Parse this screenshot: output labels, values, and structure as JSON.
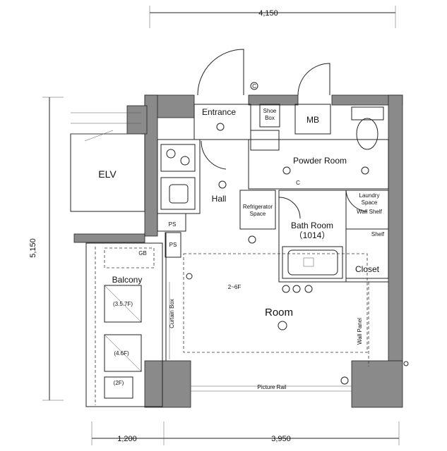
{
  "dimensions": {
    "top": "4,150",
    "left": "5,150",
    "bottom_left": "1,200",
    "bottom_right": "3,950"
  },
  "rooms": {
    "elv": "ELV",
    "entrance": "Entrance",
    "shoe_box": [
      "Shoe",
      "Box"
    ],
    "mb": "MB",
    "powder_room": "Powder Room",
    "hall": "Hall",
    "bath_room": "Bath Room",
    "bath_size": "（1014）",
    "room": "Room",
    "balcony": "Balcony",
    "closet": "Closet",
    "shelf": "Shelf",
    "ps1": "PS",
    "ps2": "PS",
    "gb": "GB",
    "refrigerator": [
      "Refrigerator",
      "Space"
    ],
    "laundry": [
      "Laundry",
      "Space"
    ],
    "wall_shelf": "Wall Shelf",
    "curtain_box": "Curtain Box",
    "picture_rail": "Picture Rail",
    "wall_panel": "Wall Panel",
    "ceiling_height": "2~6F",
    "balcony_h1": "(3.5.7F)",
    "balcony_h2": "(4.6F)",
    "balcony_h3": "(2F)",
    "marker_c1": "C",
    "marker_c2": "C"
  },
  "colors": {
    "wall": "#8a8a8a",
    "line": "#222222"
  }
}
